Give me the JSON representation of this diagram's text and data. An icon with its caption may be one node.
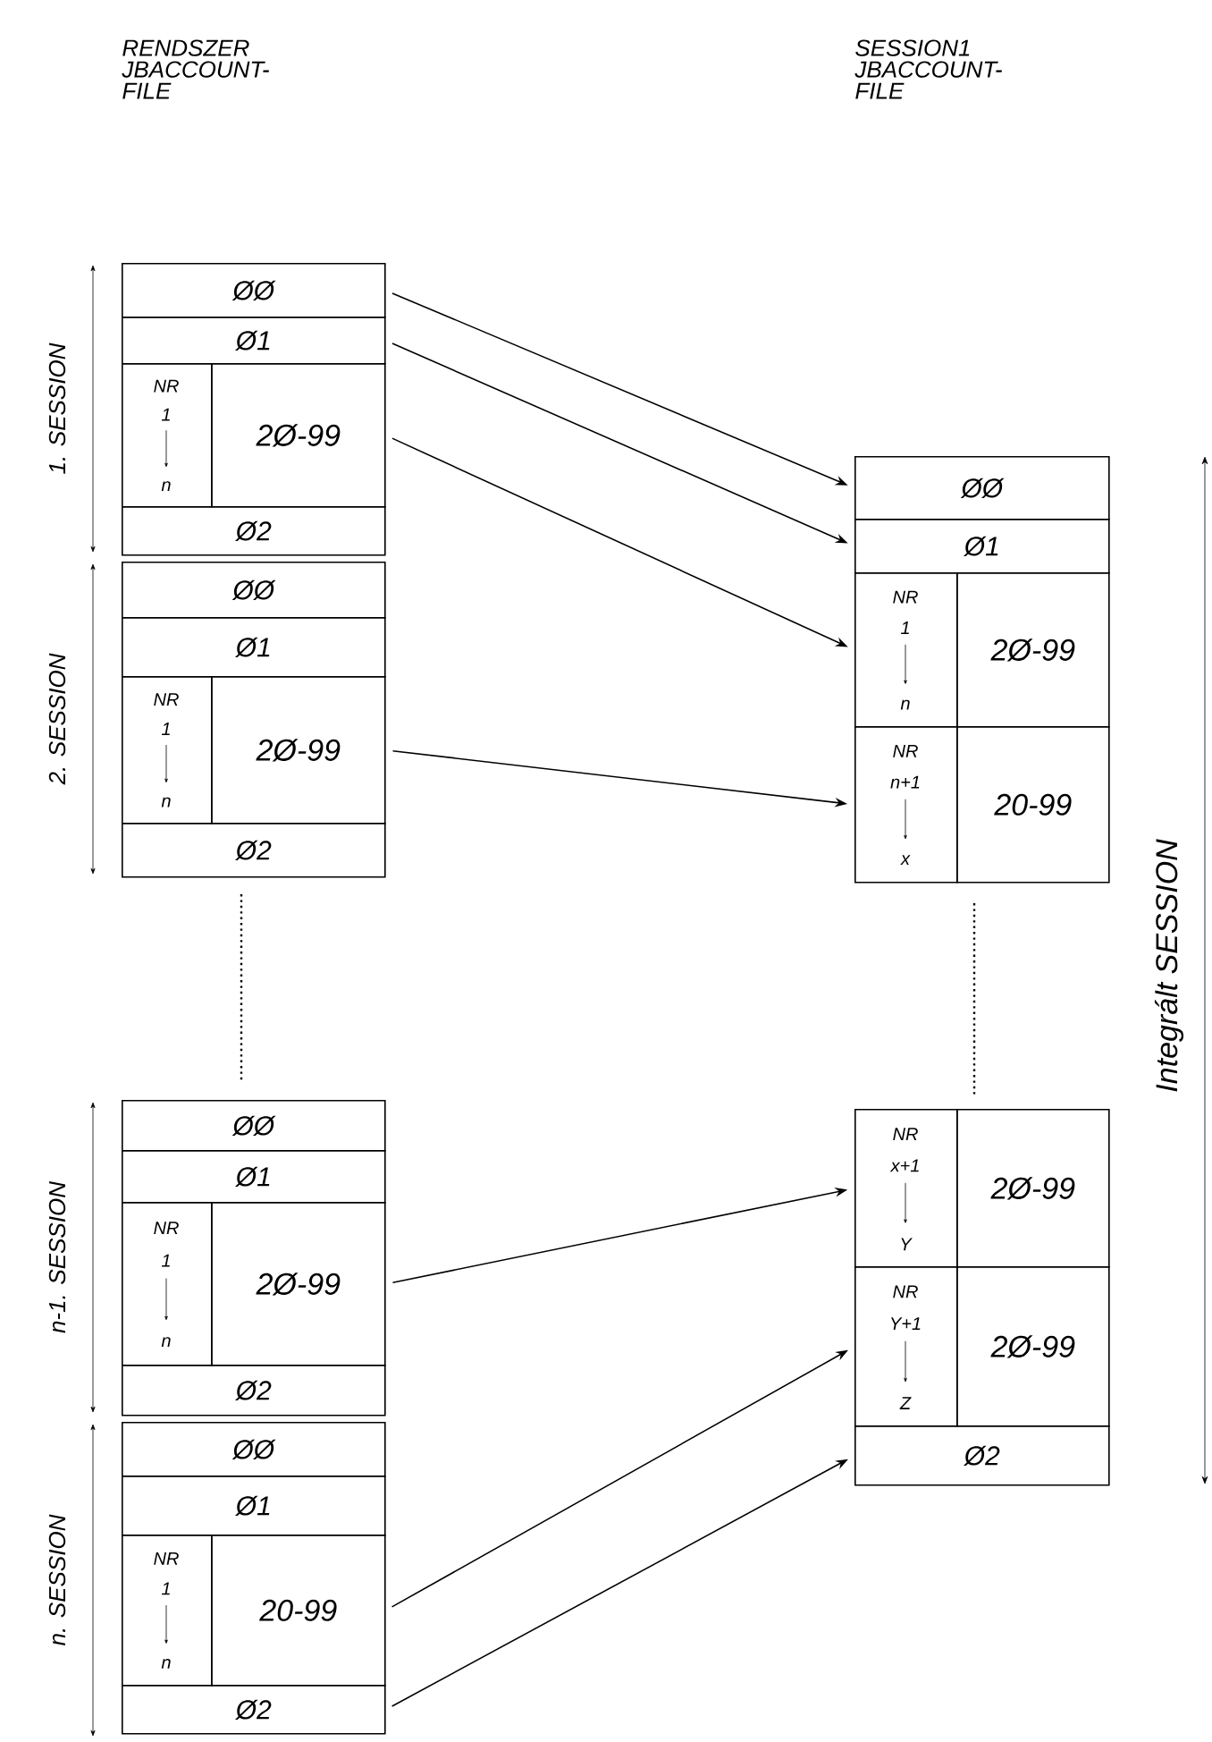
{
  "diagram": {
    "nodes": [
      {
        "text": [
          "ØØ"
        ]
      },
      {
        "text": [
          "Ø1"
        ]
      },
      {
        "text": [
          "NR",
          "1",
          "n"
        ]
      },
      {
        "text": [
          "2Ø-99"
        ]
      },
      {
        "text": [
          "Ø2"
        ]
      },
      {
        "text": [
          "ØØ"
        ]
      },
      {
        "text": [
          "Ø1"
        ]
      },
      {
        "text": [
          "NR",
          "1",
          "n"
        ]
      },
      {
        "text": [
          "2Ø-99"
        ]
      },
      {
        "text": [
          "Ø2"
        ]
      },
      {
        "text": [
          "ØØ"
        ]
      },
      {
        "text": [
          "Ø1"
        ]
      },
      {
        "text": [
          "NR",
          "1",
          "n"
        ]
      },
      {
        "text": [
          "2Ø-99"
        ]
      },
      {
        "text": [
          "Ø2"
        ]
      },
      {
        "text": [
          "ØØ"
        ]
      },
      {
        "text": [
          "Ø1"
        ]
      },
      {
        "text": [
          "NR",
          "1",
          "n"
        ]
      },
      {
        "text": [
          "20-99"
        ]
      },
      {
        "text": [
          "Ø2"
        ]
      },
      {
        "text": [
          "ØØ"
        ]
      },
      {
        "text": [
          "Ø1"
        ]
      },
      {
        "text": [
          "NR",
          "1",
          "n"
        ]
      },
      {
        "text": [
          "2Ø-99"
        ]
      },
      {
        "text": [
          "NR",
          "n+1",
          "x"
        ]
      },
      {
        "text": [
          "20-99"
        ]
      },
      {
        "text": [
          "NR",
          "x+1",
          "Y"
        ]
      },
      {
        "text": [
          "2Ø-99"
        ]
      },
      {
        "text": [
          "NR",
          "Y+1",
          "Z"
        ]
      },
      {
        "text": [
          "2Ø-99"
        ]
      },
      {
        "text": [
          "Ø2"
        ]
      }
    ],
    "edges": [
      {
        "from": 0,
        "to": 20,
        "arrow": "to"
      },
      {
        "from": 1,
        "to": 21,
        "arrow": "to"
      },
      {
        "from": 3,
        "to": 22,
        "arrow": "to"
      },
      {
        "from": 8,
        "to": 24,
        "arrow": "to"
      },
      {
        "from": 13,
        "to": 26,
        "arrow": "to"
      },
      {
        "from": 18,
        "to": 28,
        "arrow": "to"
      },
      {
        "from": 19,
        "to": 30,
        "arrow": "to"
      }
    ],
    "labels": [
      "RENDSZER JBACCOUNT- FILE",
      "SESSION1 JBACCOUNT- FILE",
      "1. SESSION",
      "2. SESSION",
      "n-1. SESSION",
      "n. SESSION",
      "Integrált SESSION"
    ]
  }
}
